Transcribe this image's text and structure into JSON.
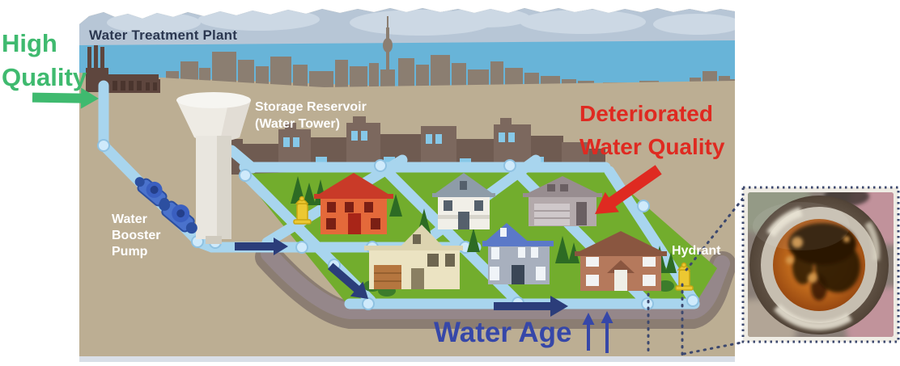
{
  "labels": {
    "high_quality": {
      "line1": "High",
      "line2": "Quality"
    },
    "treatment_plant": "Water Treatment Plant",
    "storage_reservoir": {
      "line1": "Storage Reservoir",
      "line2": "(Water Tower)"
    },
    "booster_pump": {
      "line1": "Water",
      "line2": "Booster",
      "line3": "Pump"
    },
    "deteriorated": {
      "line1": "Deteriorated",
      "line2": "Water Quality"
    },
    "hydrant": "Hydrant",
    "water_age": "Water Age"
  },
  "icons": {
    "green_arrow": "arrow-right",
    "red_arrow": "arrow-down-left",
    "flow_arrows": "arrow-right",
    "water_age_arrows": "arrow-up arrow-up",
    "callout": "dotted-magnifier-lines",
    "photo": "corroded-pipe-cross-section"
  },
  "colors": {
    "high_quality_green": "#3fba6f",
    "deteriorated_red": "#df2a21",
    "water_age_text": "#3647a8",
    "flow_arrow": "#2b3d7a",
    "title_dark": "#2b3750",
    "label_white": "#ffffff",
    "sky": "#b7c6d6",
    "cloud": "#ccd8e4",
    "lake": "#68b4d8",
    "ground": "#bcae93",
    "grass": "#72ad2d",
    "pipe": "#a8d5ee",
    "pipe_ring": "#cfeafb",
    "curb": "#95878a",
    "curb_shadow": "#8b7d72",
    "skyline_far": "#8b7e71",
    "skyline_near": "#6f5b51",
    "skyline_near_alt": "#7c685e",
    "factory": "#5e463e",
    "tower_white": "#eeebe4",
    "pump_blue": "#4a72cc",
    "hydrant_yellow": "#ecc832",
    "dotted_line": "#3c486e",
    "photo_rust": "#b85e16",
    "photo_dark": "#2a1406",
    "photo_ring": "#c6beb0"
  }
}
